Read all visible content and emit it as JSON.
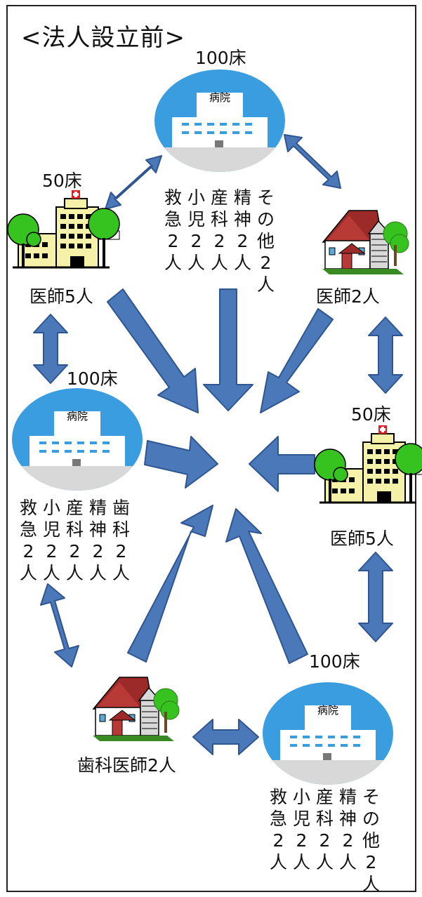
{
  "title": "<法人設立前>",
  "nodes": {
    "top_hospital": {
      "beds": "100床",
      "sign": "病院",
      "departments": [
        "救急2人",
        "小児2人",
        "産科2人",
        "精神2人",
        "その他2人"
      ]
    },
    "left_facility": {
      "beds": "50床",
      "staff": "医師5人"
    },
    "right_clinic": {
      "staff": "医師2人"
    },
    "left_hospital": {
      "beds": "100床",
      "sign": "病院",
      "departments": [
        "救急2人",
        "小児2人",
        "産科2人",
        "精神2人",
        "歯科2人"
      ]
    },
    "right_facility": {
      "beds": "50床",
      "staff": "医師5人"
    },
    "dental_clinic": {
      "staff": "歯科医師2人"
    },
    "bottom_hospital": {
      "beds": "100床",
      "sign": "病院",
      "departments": [
        "救急2人",
        "小児2人",
        "産科2人",
        "精神2人",
        "その他2人"
      ]
    }
  },
  "colors": {
    "arrow": "#4a78b8",
    "arrow_stroke": "#2f5690",
    "hospital_circle": "#3a9de0",
    "ground": "#d8d8d8",
    "building": "#ffffff",
    "window": "#3a9de0",
    "tree": "#36c21f",
    "facility_body": "#f6f1a8",
    "roof": "#9c2a28"
  }
}
